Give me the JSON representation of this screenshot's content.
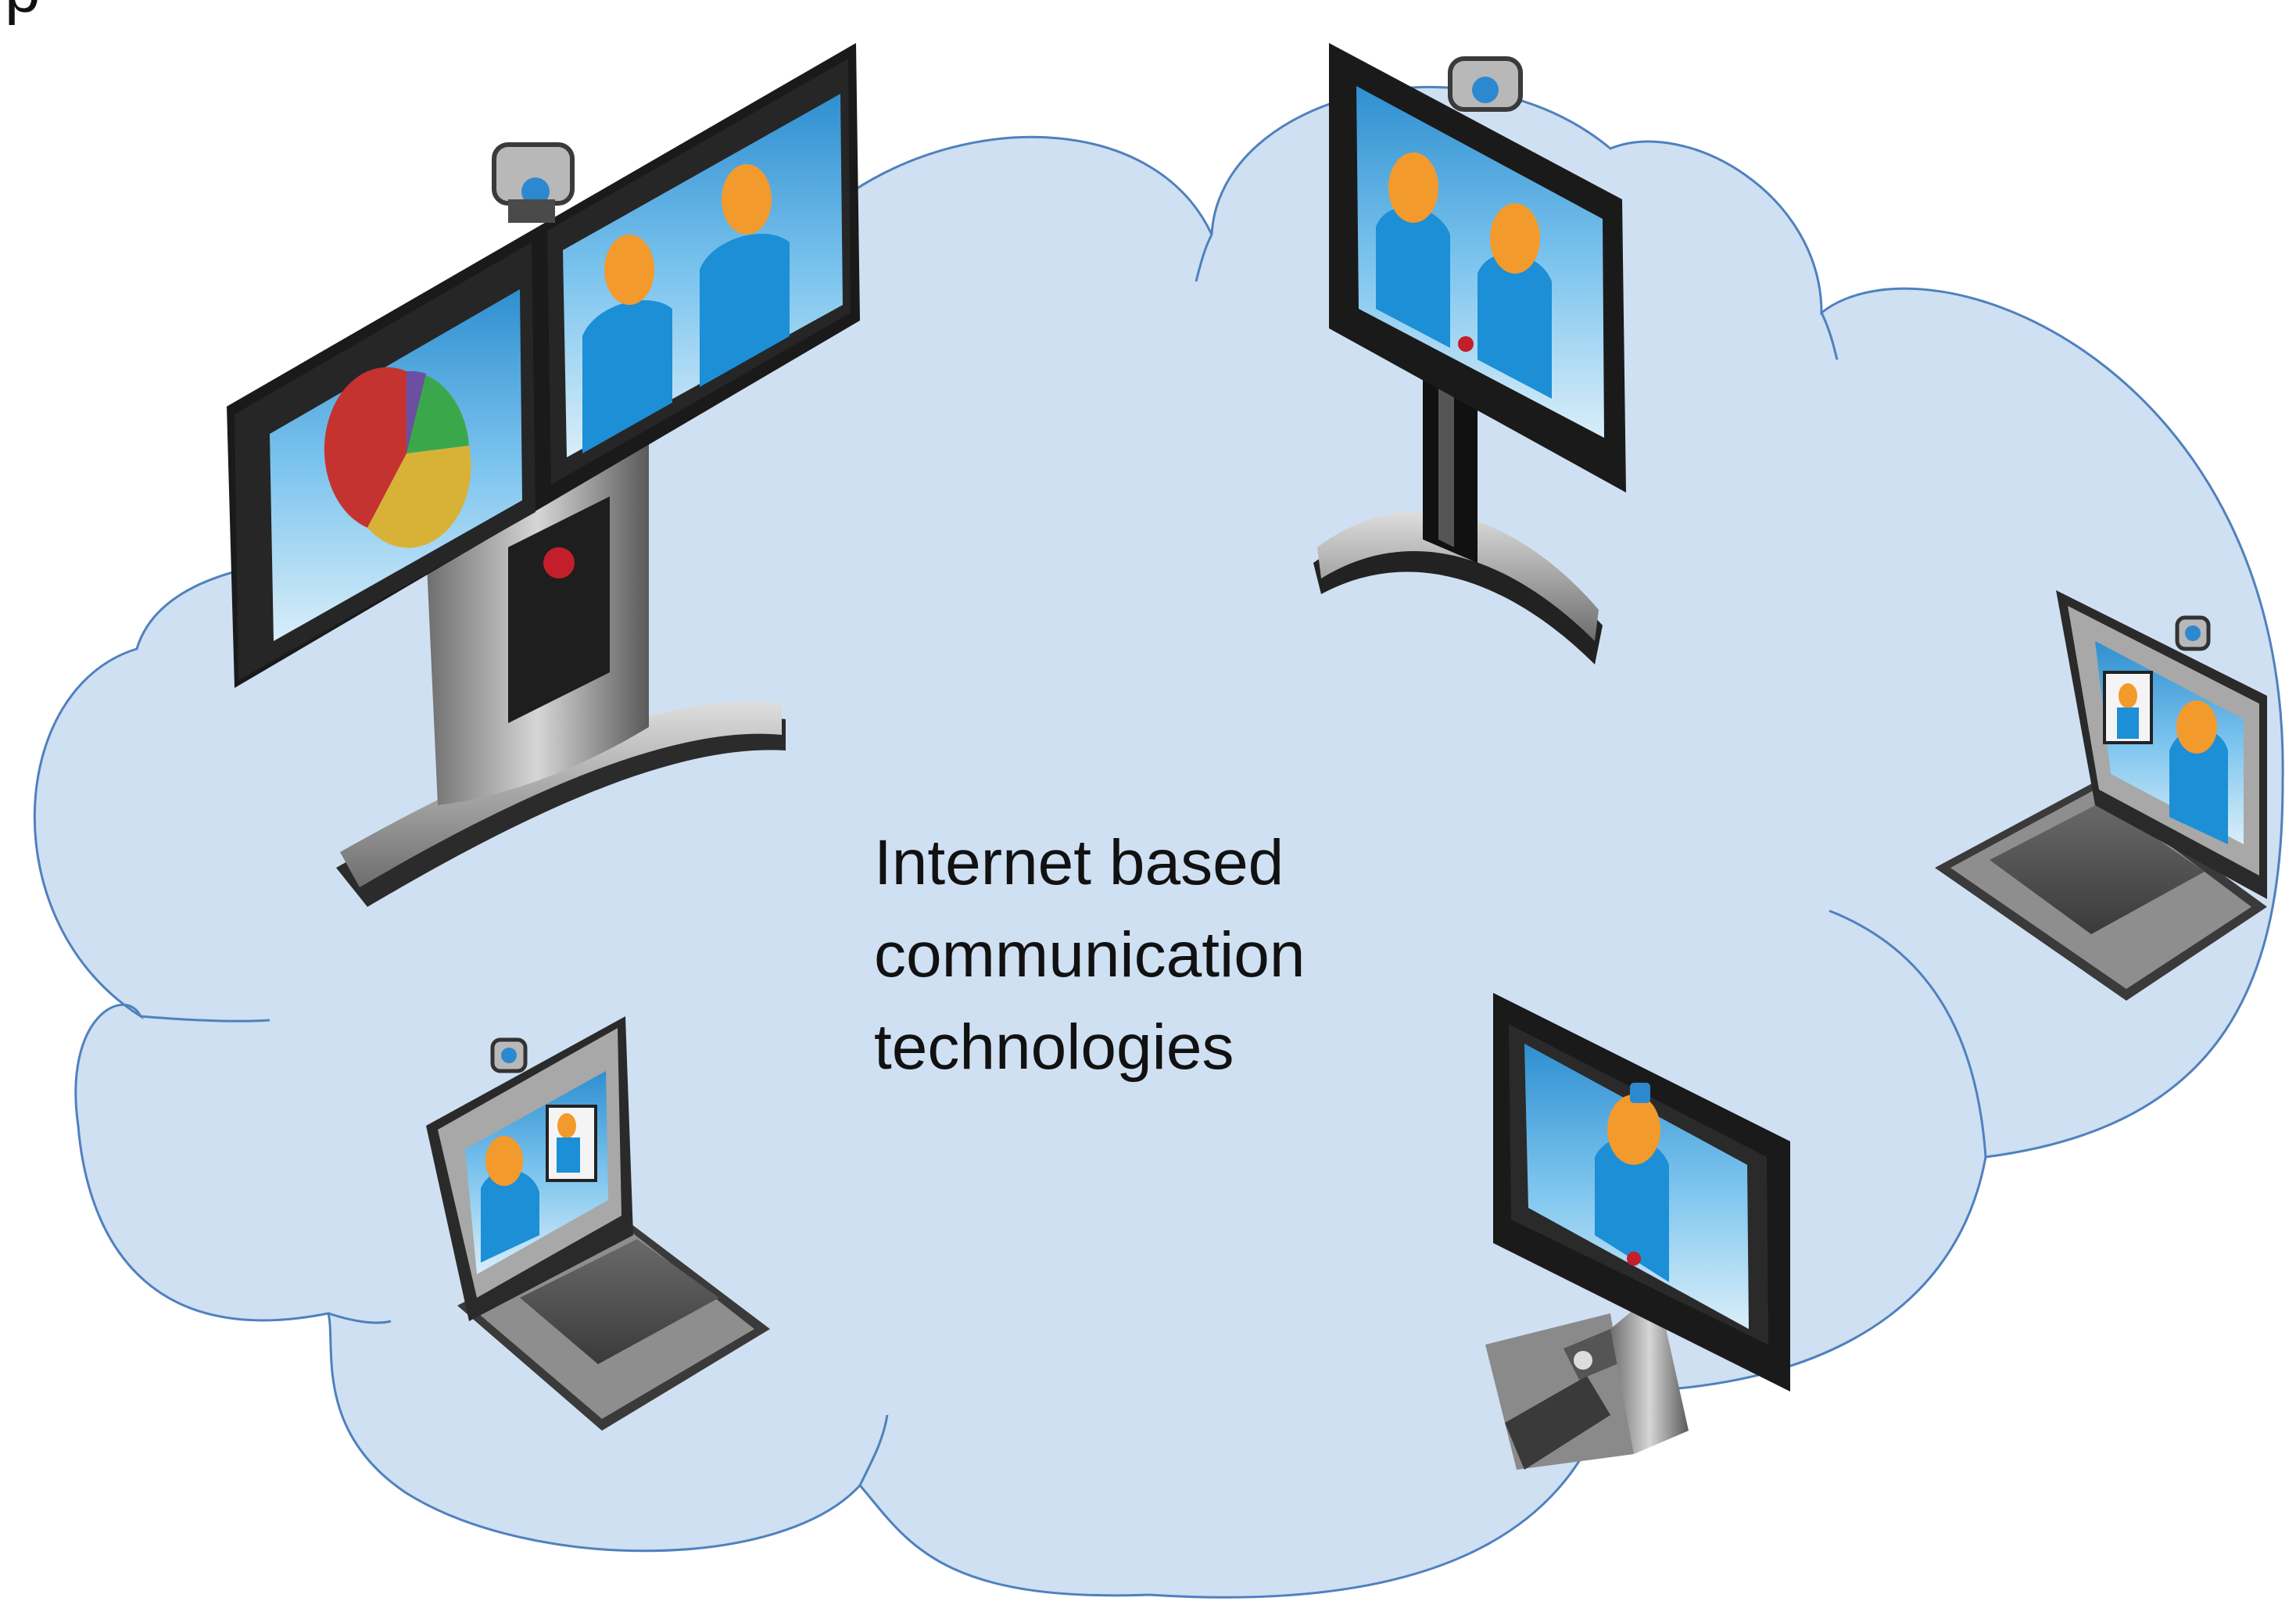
{
  "label": {
    "line1": "Internet based",
    "line2": "communication",
    "line3": "technologies"
  },
  "corner_fragment": "p",
  "colors": {
    "cloud_fill": "#cfe0f2",
    "cloud_outline": "#4f81bd",
    "screen_sky": "#5cb3e4",
    "person_body": "#1c8fd6",
    "person_head": "#f39a2c",
    "device_frame": "#1a1a1a",
    "device_silver": "#9a9a9a",
    "brand_dot": "#c41e2a"
  },
  "devices": [
    {
      "name": "dual-screen-telepresence",
      "icon": "telepresence-icon"
    },
    {
      "name": "pedestal-video-unit",
      "icon": "video-display-icon"
    },
    {
      "name": "laptop-right",
      "icon": "laptop-icon"
    },
    {
      "name": "laptop-left",
      "icon": "laptop-icon"
    },
    {
      "name": "desktop-video-phone",
      "icon": "video-phone-icon"
    }
  ]
}
